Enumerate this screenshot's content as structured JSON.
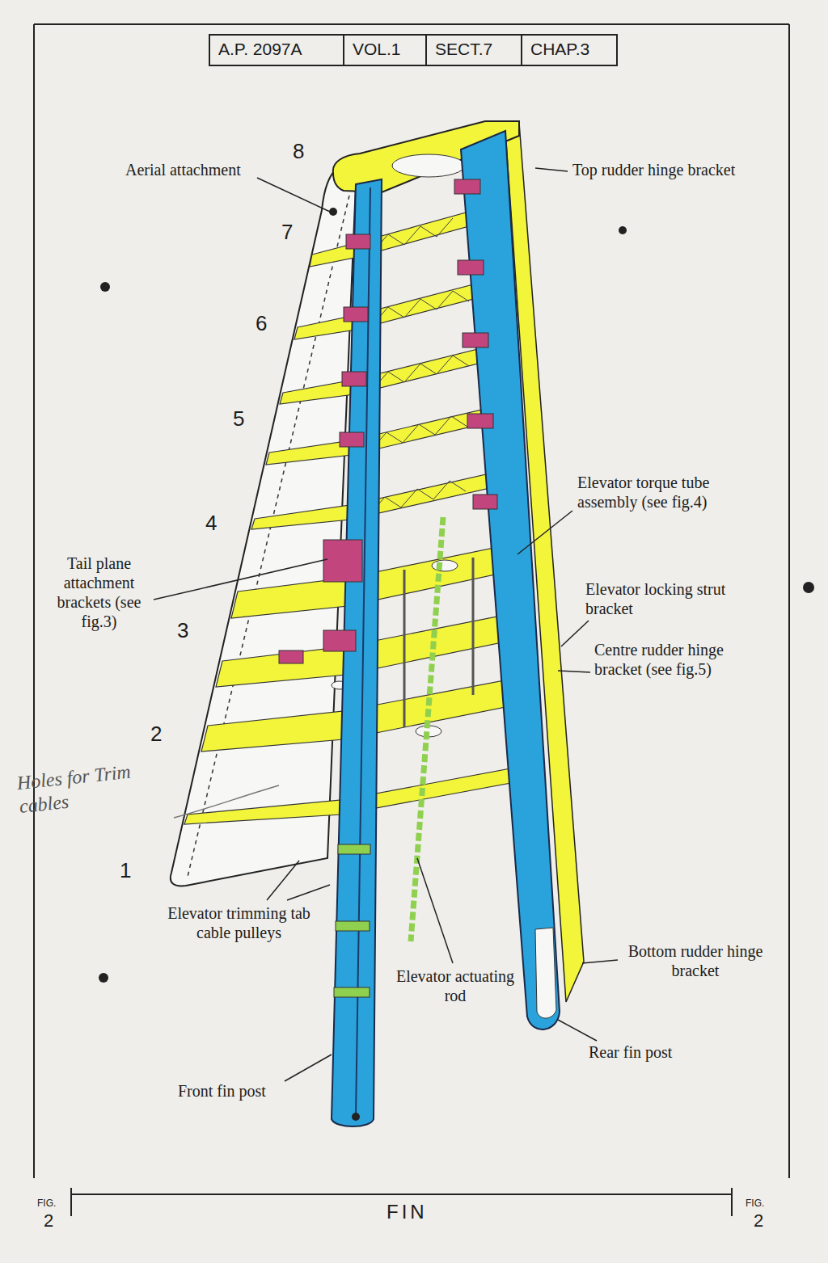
{
  "diagram": {
    "nodes": [
      {
        "text": [
          "A.P. 2097A"
        ]
      },
      {
        "text": [
          "VOL.1"
        ]
      },
      {
        "text": [
          "SECT.7"
        ]
      },
      {
        "text": [
          "CHAP.3"
        ]
      }
    ],
    "labels": [
      "Aerial attachment",
      "8",
      "Top rudder hinge bracket",
      "7",
      "6",
      "5",
      "Elevator torque tube assembly (see fig.4)",
      "4",
      "Tail plane attachment brackets (see fig.3)",
      "Elevator locking strut bracket",
      "3",
      "Centre rudder hinge bracket (see fig.5)",
      "2",
      "Holes for Trim cables",
      "1",
      "Elevator trimming tab cable pulleys",
      "Elevator actuating rod",
      "Bottom rudder hinge bracket",
      "Rear fin post",
      "Front fin post",
      "FIG.",
      "2",
      "FIN",
      "FIG.",
      "2"
    ]
  }
}
